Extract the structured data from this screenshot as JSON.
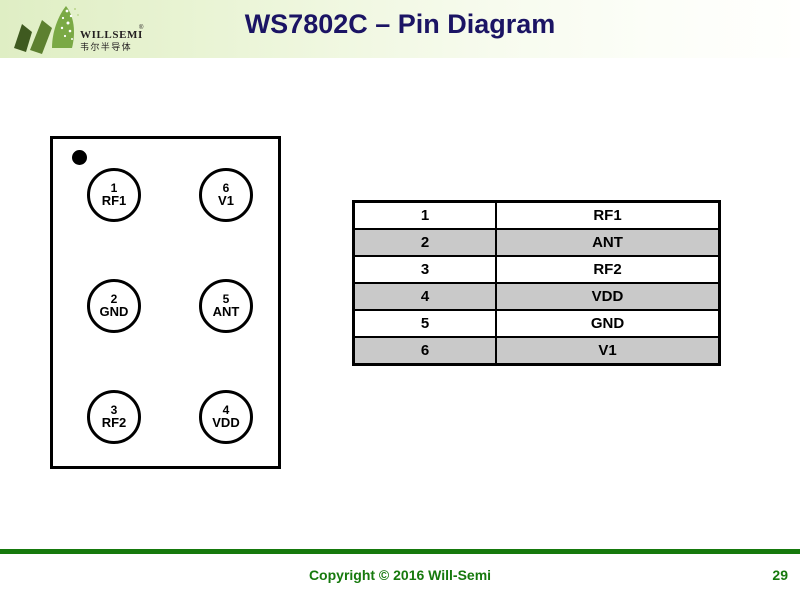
{
  "header": {
    "title": "WS7802C – Pin Diagram",
    "logo": {
      "brand_latin": "WILLSEMI",
      "brand_chinese": "韦尔半导体",
      "registered_mark": "®",
      "icon": "willsemi-leaf-logo",
      "color_dark_green": "#4a6b25",
      "color_light_green": "#8fb85a"
    },
    "background_gradient_start": "#dfeec4",
    "background_gradient_end": "#fffffd"
  },
  "diagram": {
    "name": "pin-package-outline",
    "pin1_marker": "pin1-indicator-dot",
    "pads": [
      {
        "number": "1",
        "name": "RF1"
      },
      {
        "number": "2",
        "name": "GND"
      },
      {
        "number": "3",
        "name": "RF2"
      },
      {
        "number": "6",
        "name": "V1"
      },
      {
        "number": "5",
        "name": "ANT"
      },
      {
        "number": "4",
        "name": "VDD"
      }
    ]
  },
  "pin_table": {
    "rows": [
      {
        "number": "1",
        "name": "RF1",
        "shaded": false
      },
      {
        "number": "2",
        "name": "ANT",
        "shaded": true
      },
      {
        "number": "3",
        "name": "RF2",
        "shaded": false
      },
      {
        "number": "4",
        "name": "VDD",
        "shaded": true
      },
      {
        "number": "5",
        "name": "GND",
        "shaded": false
      },
      {
        "number": "6",
        "name": "V1",
        "shaded": true
      }
    ],
    "shade_color": "#c9c9c9"
  },
  "footer": {
    "copyright": "Copyright © 2016 Will-Semi",
    "page_number": "29",
    "accent_color": "#16790d"
  }
}
